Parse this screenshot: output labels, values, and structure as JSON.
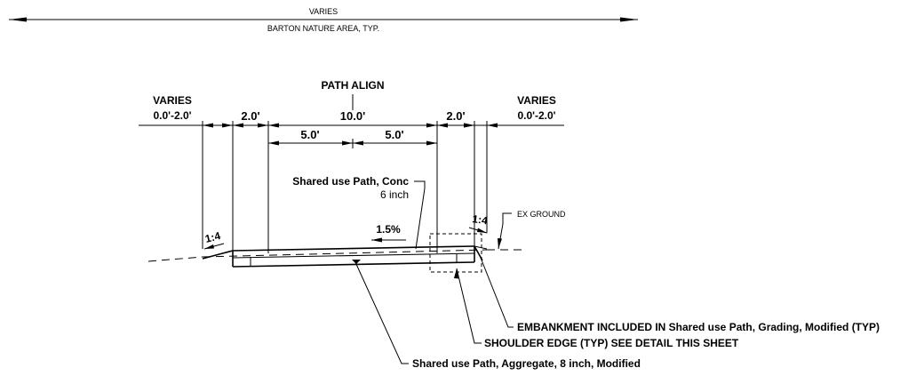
{
  "top_dimension": {
    "varies": "VARIES",
    "area": "BARTON NATURE AREA, TYP."
  },
  "path_align": "PATH ALIGN",
  "left_varies": {
    "label": "VARIES",
    "value": "0.0'-2.0'"
  },
  "right_varies": {
    "label": "VARIES",
    "value": "0.0'-2.0'"
  },
  "dims": {
    "left_shoulder": "2.0'",
    "path_width": "10.0'",
    "half_left": "5.0'",
    "half_right": "5.0'",
    "right_shoulder": "2.0'"
  },
  "slopes": {
    "left": "1:4",
    "right": "1:4",
    "cross": "1.5%"
  },
  "callouts": {
    "conc_line1": "Shared use Path, Conc",
    "conc_line2": "6 inch",
    "ex_ground": "EX GROUND",
    "embankment": "EMBANKMENT INCLUDED IN Shared use Path, Grading, Modified (TYP)",
    "shoulder_edge": "SHOULDER EDGE (TYP) SEE DETAIL THIS SHEET",
    "aggregate": "Shared use Path, Aggregate, 8 inch, Modified"
  }
}
